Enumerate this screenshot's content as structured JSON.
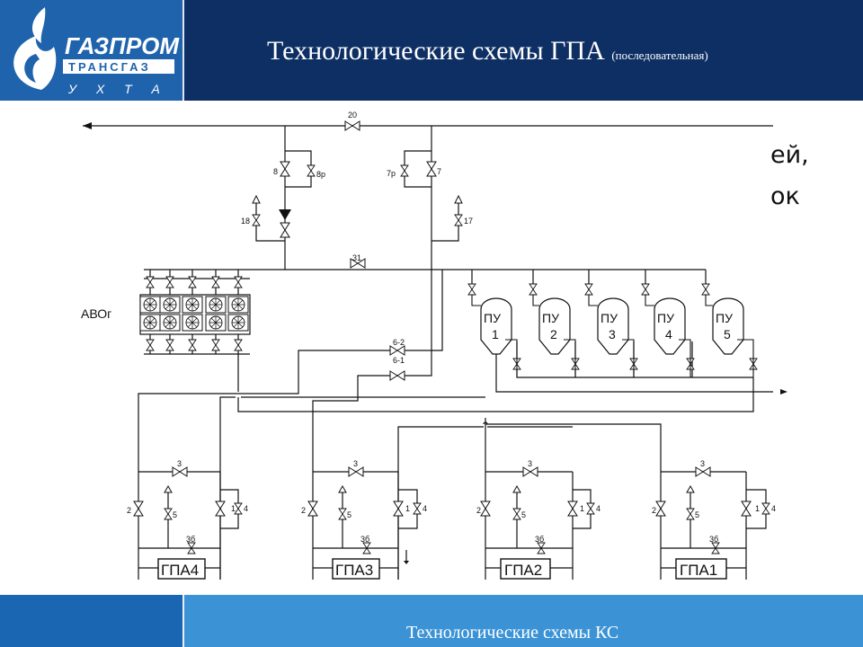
{
  "header": {
    "logo_line1": "ГАЗПРОМ",
    "logo_line2": "ТРАНСГАЗ",
    "logo_line3": "У Х Т А",
    "title": "Технологические схемы ГПА",
    "title_note": "(последовательная)"
  },
  "background_text": {
    "line1": "ей,",
    "line2": "ок"
  },
  "diagram": {
    "avo_label": "АВОг",
    "valve_main": "20",
    "valve_bypass": "31",
    "valves_left": [
      "8",
      "8р",
      "18"
    ],
    "valves_right": [
      "7р",
      "7",
      "17"
    ],
    "valves_cross": [
      "6-2",
      "6-1"
    ],
    "dust_collectors": [
      {
        "l1": "ПУ",
        "l2": "1"
      },
      {
        "l1": "ПУ",
        "l2": "2"
      },
      {
        "l1": "ПУ",
        "l2": "3"
      },
      {
        "l1": "ПУ",
        "l2": "4"
      },
      {
        "l1": "ПУ",
        "l2": "5"
      }
    ],
    "units": [
      "ГПА4",
      "ГПА3",
      "ГПА2",
      "ГПА1"
    ],
    "unit_valves": {
      "v3": "3",
      "v2": "2",
      "v5": "5",
      "v1": "1",
      "v4": "4",
      "v36": "3б"
    }
  },
  "footer": {
    "text": "Технологические схемы КС"
  }
}
